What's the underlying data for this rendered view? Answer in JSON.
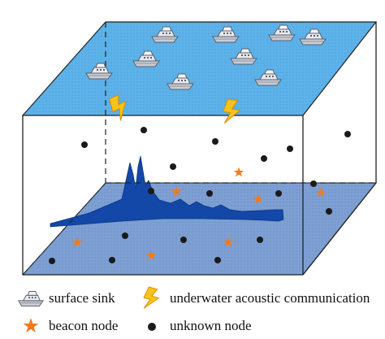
{
  "colors": {
    "surface": "#5db2e9",
    "seabed": "#7da0d2",
    "terrain": "#1446a6",
    "box_edge": "#222222",
    "beacon": "#f07b1f",
    "unknown": "#1a1a1a",
    "lightning": "#f7c21a"
  },
  "legend": {
    "surface_sink": "surface sink",
    "acoustic": "underwater  acoustic communication",
    "beacon": "beacon node",
    "unknown": "unknown node"
  },
  "icons": {
    "surface_sink": "ship-icon",
    "acoustic": "lightning-icon",
    "beacon": "star-icon",
    "unknown": "dot-icon"
  }
}
